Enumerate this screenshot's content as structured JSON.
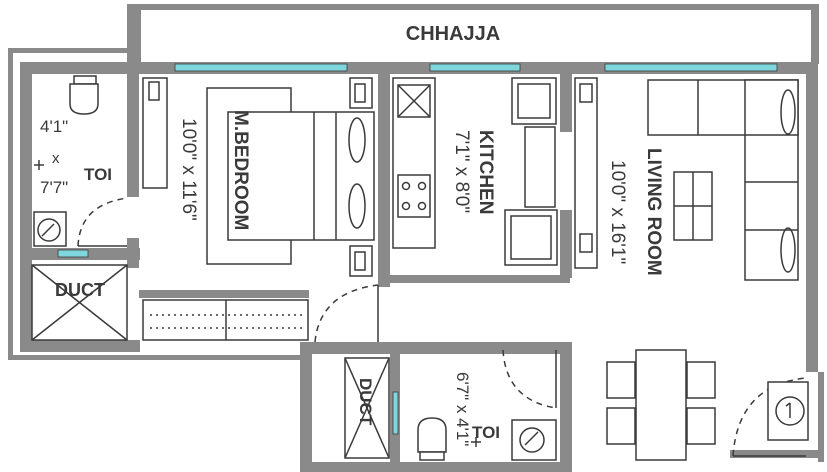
{
  "plan": {
    "balcony": {
      "label": "CHHAJJA"
    },
    "toilet_left": {
      "label": "TOI",
      "dim_w": "4'1\"",
      "dim_x": "x",
      "dim_h": "7'7\""
    },
    "duct_left": {
      "label": "DUCT"
    },
    "bedroom": {
      "label": "M.BEDROOM",
      "dims": "10'0\" x 11'6\""
    },
    "kitchen": {
      "label": "KITCHEN",
      "dims": "7'1\" x 8'0\""
    },
    "living": {
      "label": "LIVING ROOM",
      "dims": "10'0\" x 16'1\""
    },
    "duct_bottom": {
      "label": "DUCT"
    },
    "toilet_bottom": {
      "label": "TOI",
      "dims": "6'7\" x 4'1\""
    }
  },
  "colors": {
    "wall": "#8a8a8a",
    "line": "#3a3a3a",
    "window_glass": "#7fd6dc"
  },
  "icons": [
    "wc-icon",
    "washbasin-icon",
    "sink-icon",
    "gas-stove-icon",
    "bed-icon",
    "sofa-icon",
    "dining-table-icon",
    "entrance-door-icon",
    "door-swing-icon"
  ]
}
